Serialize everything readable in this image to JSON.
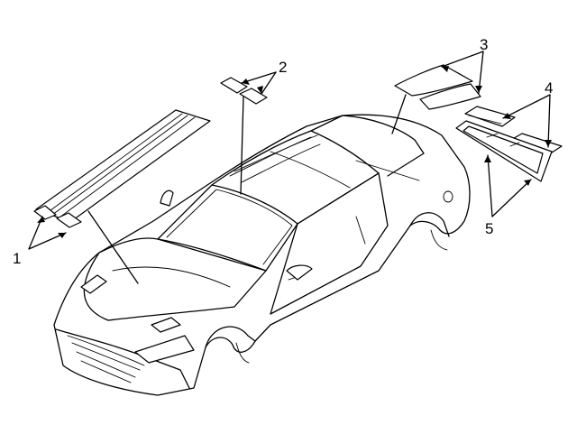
{
  "diagram": {
    "callouts": [
      {
        "id": 1,
        "label": "1"
      },
      {
        "id": 2,
        "label": "2"
      },
      {
        "id": 3,
        "label": "3"
      },
      {
        "id": 4,
        "label": "4"
      },
      {
        "id": 5,
        "label": "5"
      }
    ]
  },
  "colors": {
    "line": "#000000",
    "background": "#ffffff"
  }
}
